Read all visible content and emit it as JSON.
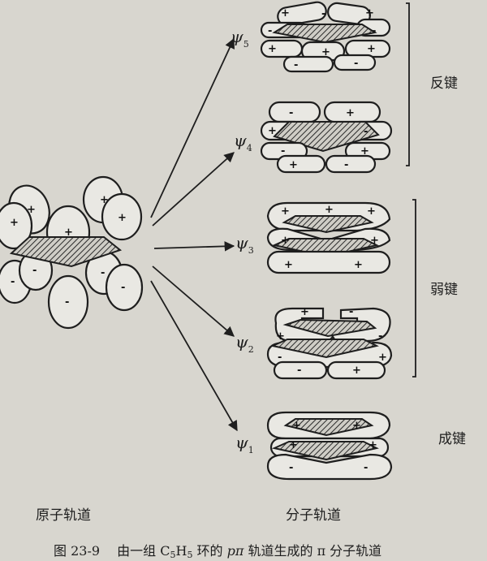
{
  "orbitals": [
    {
      "main": "ψ",
      "sub": "5"
    },
    {
      "main": "ψ",
      "sub": "4"
    },
    {
      "main": "ψ",
      "sub": "3"
    },
    {
      "main": "ψ",
      "sub": "2"
    },
    {
      "main": "ψ",
      "sub": "1"
    }
  ],
  "groups": {
    "antibonding": "反键",
    "weak_bonding": "弱键",
    "bonding": "成键"
  },
  "labels": {
    "atomic_orbitals": "原子轨道",
    "molecular_orbitals": "分子轨道"
  },
  "caption": {
    "fig_number": "图 23-9",
    "text_prefix": "由一组 C",
    "sub1": "5",
    "text_mid": "H",
    "sub2": "5",
    "text_ring": " 环的 ",
    "p_pi": "pπ",
    "text_after": " 轨道生成的 π 分子轨道"
  },
  "signs": {
    "plus": "+",
    "minus": "-"
  }
}
